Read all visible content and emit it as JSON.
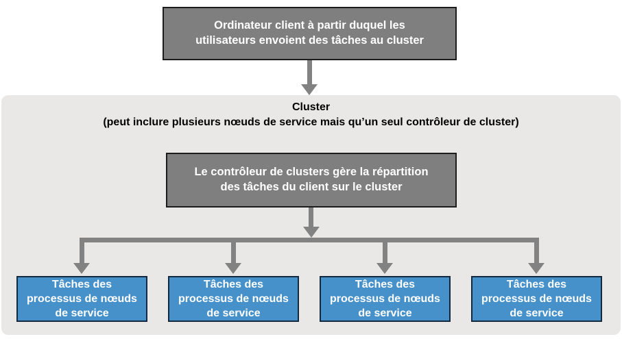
{
  "colors": {
    "background": "#ffffff",
    "box_gray": "#7f7f7f",
    "box_border": "#1c1c1c",
    "blue": "#4791ca",
    "blue_border": "#13293f",
    "cluster_bg": "#e9e8e7",
    "arrow": "#828282",
    "text_light": "#ffffff",
    "text_dark": "#000000"
  },
  "client_box": {
    "label": "Ordinateur client à partir duquel les utilisateurs envoient des tâches au cluster"
  },
  "cluster": {
    "title": "Cluster",
    "subtitle": "(peut inclure plusieurs nœuds de service mais qu’un seul contrôleur de cluster)",
    "controller_box": {
      "label": "Le contrôleur de clusters gère la répartition des tâches du client sur le cluster"
    },
    "service_nodes": [
      {
        "label": "Tâches des processus de nœuds de service"
      },
      {
        "label": "Tâches des processus de nœuds de service"
      },
      {
        "label": "Tâches des processus de nœuds de service"
      },
      {
        "label": "Tâches des processus de nœuds de service"
      }
    ]
  }
}
